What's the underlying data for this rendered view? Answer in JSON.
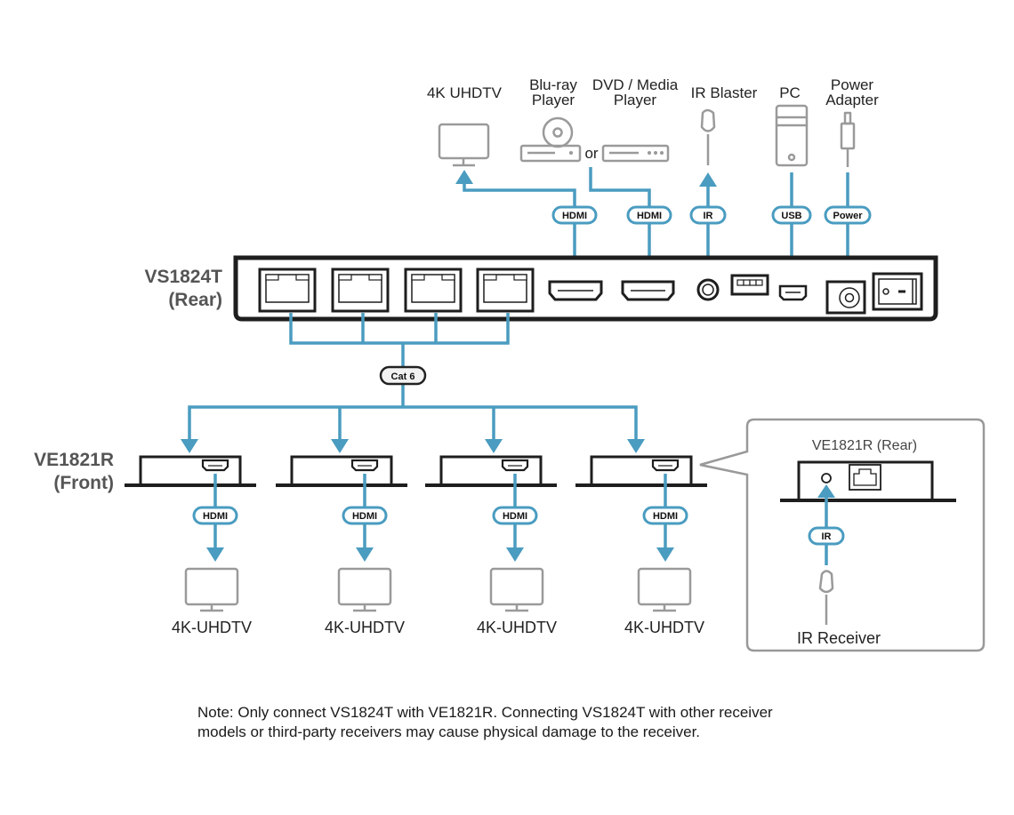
{
  "colors": {
    "cable": "#4a9cc0",
    "device_outline": "#222222",
    "icon_gray": "#9a9a9a",
    "label_gray": "#555555",
    "callout_border": "#999999"
  },
  "top_devices": [
    {
      "id": "uhdtv",
      "label_lines": [
        "4K UHDTV"
      ],
      "icon": "monitor-icon"
    },
    {
      "id": "bluray",
      "label_lines": [
        "Blu-ray",
        "Player"
      ],
      "icon": "bluray-player-icon"
    },
    {
      "id": "dvd",
      "label_lines": [
        "DVD / Media",
        "Player"
      ],
      "icon": "media-player-icon"
    },
    {
      "id": "irblaster",
      "label_lines": [
        "IR Blaster"
      ],
      "icon": "ir-blaster-icon"
    },
    {
      "id": "pc",
      "label_lines": [
        "PC"
      ],
      "icon": "pc-tower-icon"
    },
    {
      "id": "power",
      "label_lines": [
        "Power",
        "Adapter"
      ],
      "icon": "power-adapter-icon"
    }
  ],
  "or_text": "or",
  "top_cables": [
    "HDMI",
    "HDMI",
    "IR",
    "USB",
    "Power"
  ],
  "transmitter": {
    "name": "VS1824T",
    "side": "(Rear)"
  },
  "bus_cable": "Cat 6",
  "receivers": {
    "name": "VE1821R",
    "side": "(Front)",
    "count": 4,
    "cable": "HDMI",
    "display_label": "4K-UHDTV"
  },
  "callout": {
    "title": "VE1821R (Rear)",
    "cable": "IR",
    "device_label": "IR Receiver"
  },
  "note_lines": [
    "Note: Only connect VS1824T with VE1821R. Connecting VS1824T with other receiver",
    "models or third-party receivers may cause physical damage to the receiver."
  ]
}
